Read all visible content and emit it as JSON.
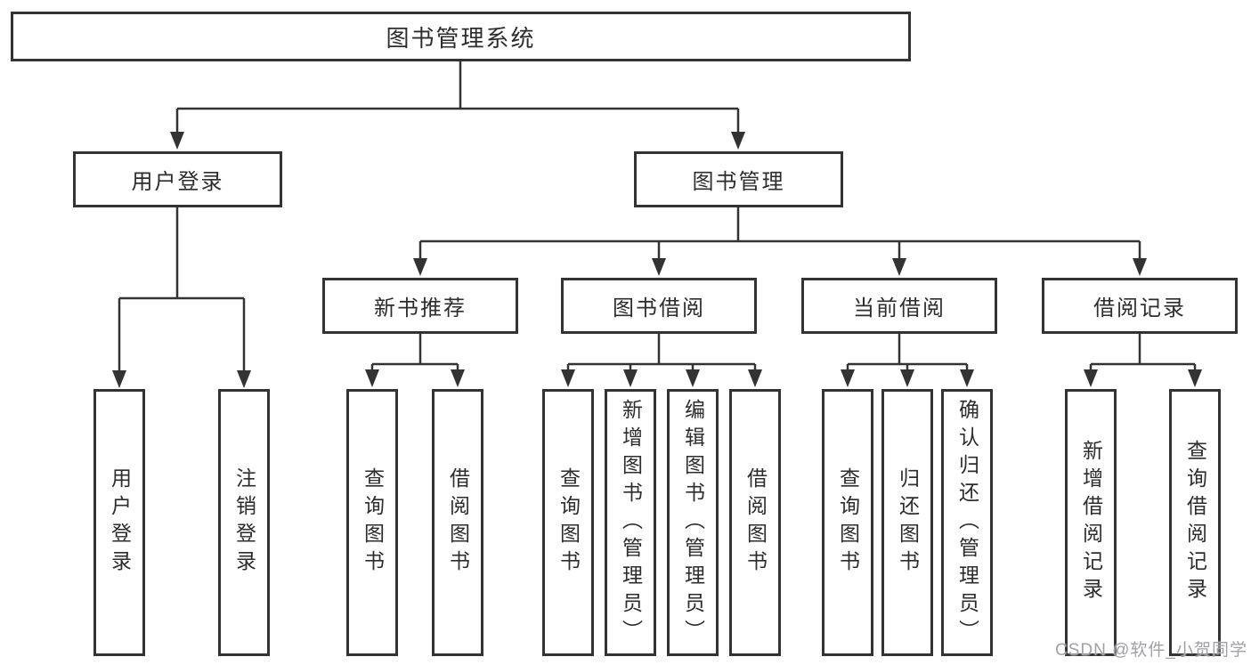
{
  "diagram_title": "图书管理系统",
  "colors": {
    "line": "#333333",
    "text": "#2d2d2d",
    "watermark": "#a0a0a5",
    "background": "#ffffff"
  },
  "nodes": {
    "root": {
      "label": "图书管理系统"
    },
    "level2": [
      {
        "label": "用户登录"
      },
      {
        "label": "图书管理"
      }
    ],
    "level3": [
      {
        "label": "新书推荐",
        "parent": "图书管理"
      },
      {
        "label": "图书借阅",
        "parent": "图书管理"
      },
      {
        "label": "当前借阅",
        "parent": "图书管理"
      },
      {
        "label": "借阅记录",
        "parent": "图书管理"
      }
    ],
    "leaves": [
      {
        "label": "用户登录",
        "parent": "用户登录"
      },
      {
        "label": "注销登录",
        "parent": "用户登录"
      },
      {
        "label": "查询图书",
        "parent": "新书推荐"
      },
      {
        "label": "借阅图书",
        "parent": "新书推荐"
      },
      {
        "label": "查询图书",
        "parent": "图书借阅"
      },
      {
        "label": "新增图书（管理员）",
        "parent": "图书借阅"
      },
      {
        "label": "编辑图书（管理员）",
        "parent": "图书借阅"
      },
      {
        "label": "借阅图书",
        "parent": "图书借阅"
      },
      {
        "label": "查询图书",
        "parent": "当前借阅"
      },
      {
        "label": "归还图书",
        "parent": "当前借阅"
      },
      {
        "label": "确认归还（管理员）",
        "parent": "当前借阅"
      },
      {
        "label": "新增借阅记录",
        "parent": "借阅记录"
      },
      {
        "label": "查询借阅记录",
        "parent": "借阅记录"
      }
    ]
  },
  "watermark": {
    "text": "CSDN @软件_小贺同学"
  }
}
